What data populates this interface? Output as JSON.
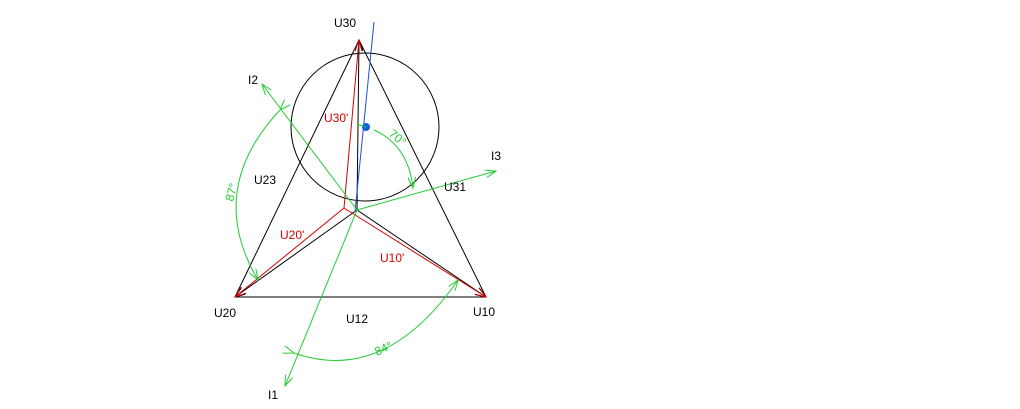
{
  "diagram": {
    "vertex_labels": {
      "u10": "U10",
      "u20": "U20",
      "u30": "U30"
    },
    "side_labels": {
      "u12": "U12",
      "u23": "U23",
      "u31": "U31"
    },
    "phasor_labels": {
      "u10p": "U10'",
      "u20p": "U20'",
      "u30p": "U30'"
    },
    "current_labels": {
      "i1": "I1",
      "i2": "I2",
      "i3": "I3"
    },
    "angle_labels": {
      "a84": "84°",
      "a87": "87°",
      "a70": "70°"
    },
    "colors": {
      "triangle": "#000000",
      "phasor": "#d40000",
      "current": "#22cc33",
      "reference": "#1f4fd8",
      "center_dot": "#1060e0"
    }
  }
}
